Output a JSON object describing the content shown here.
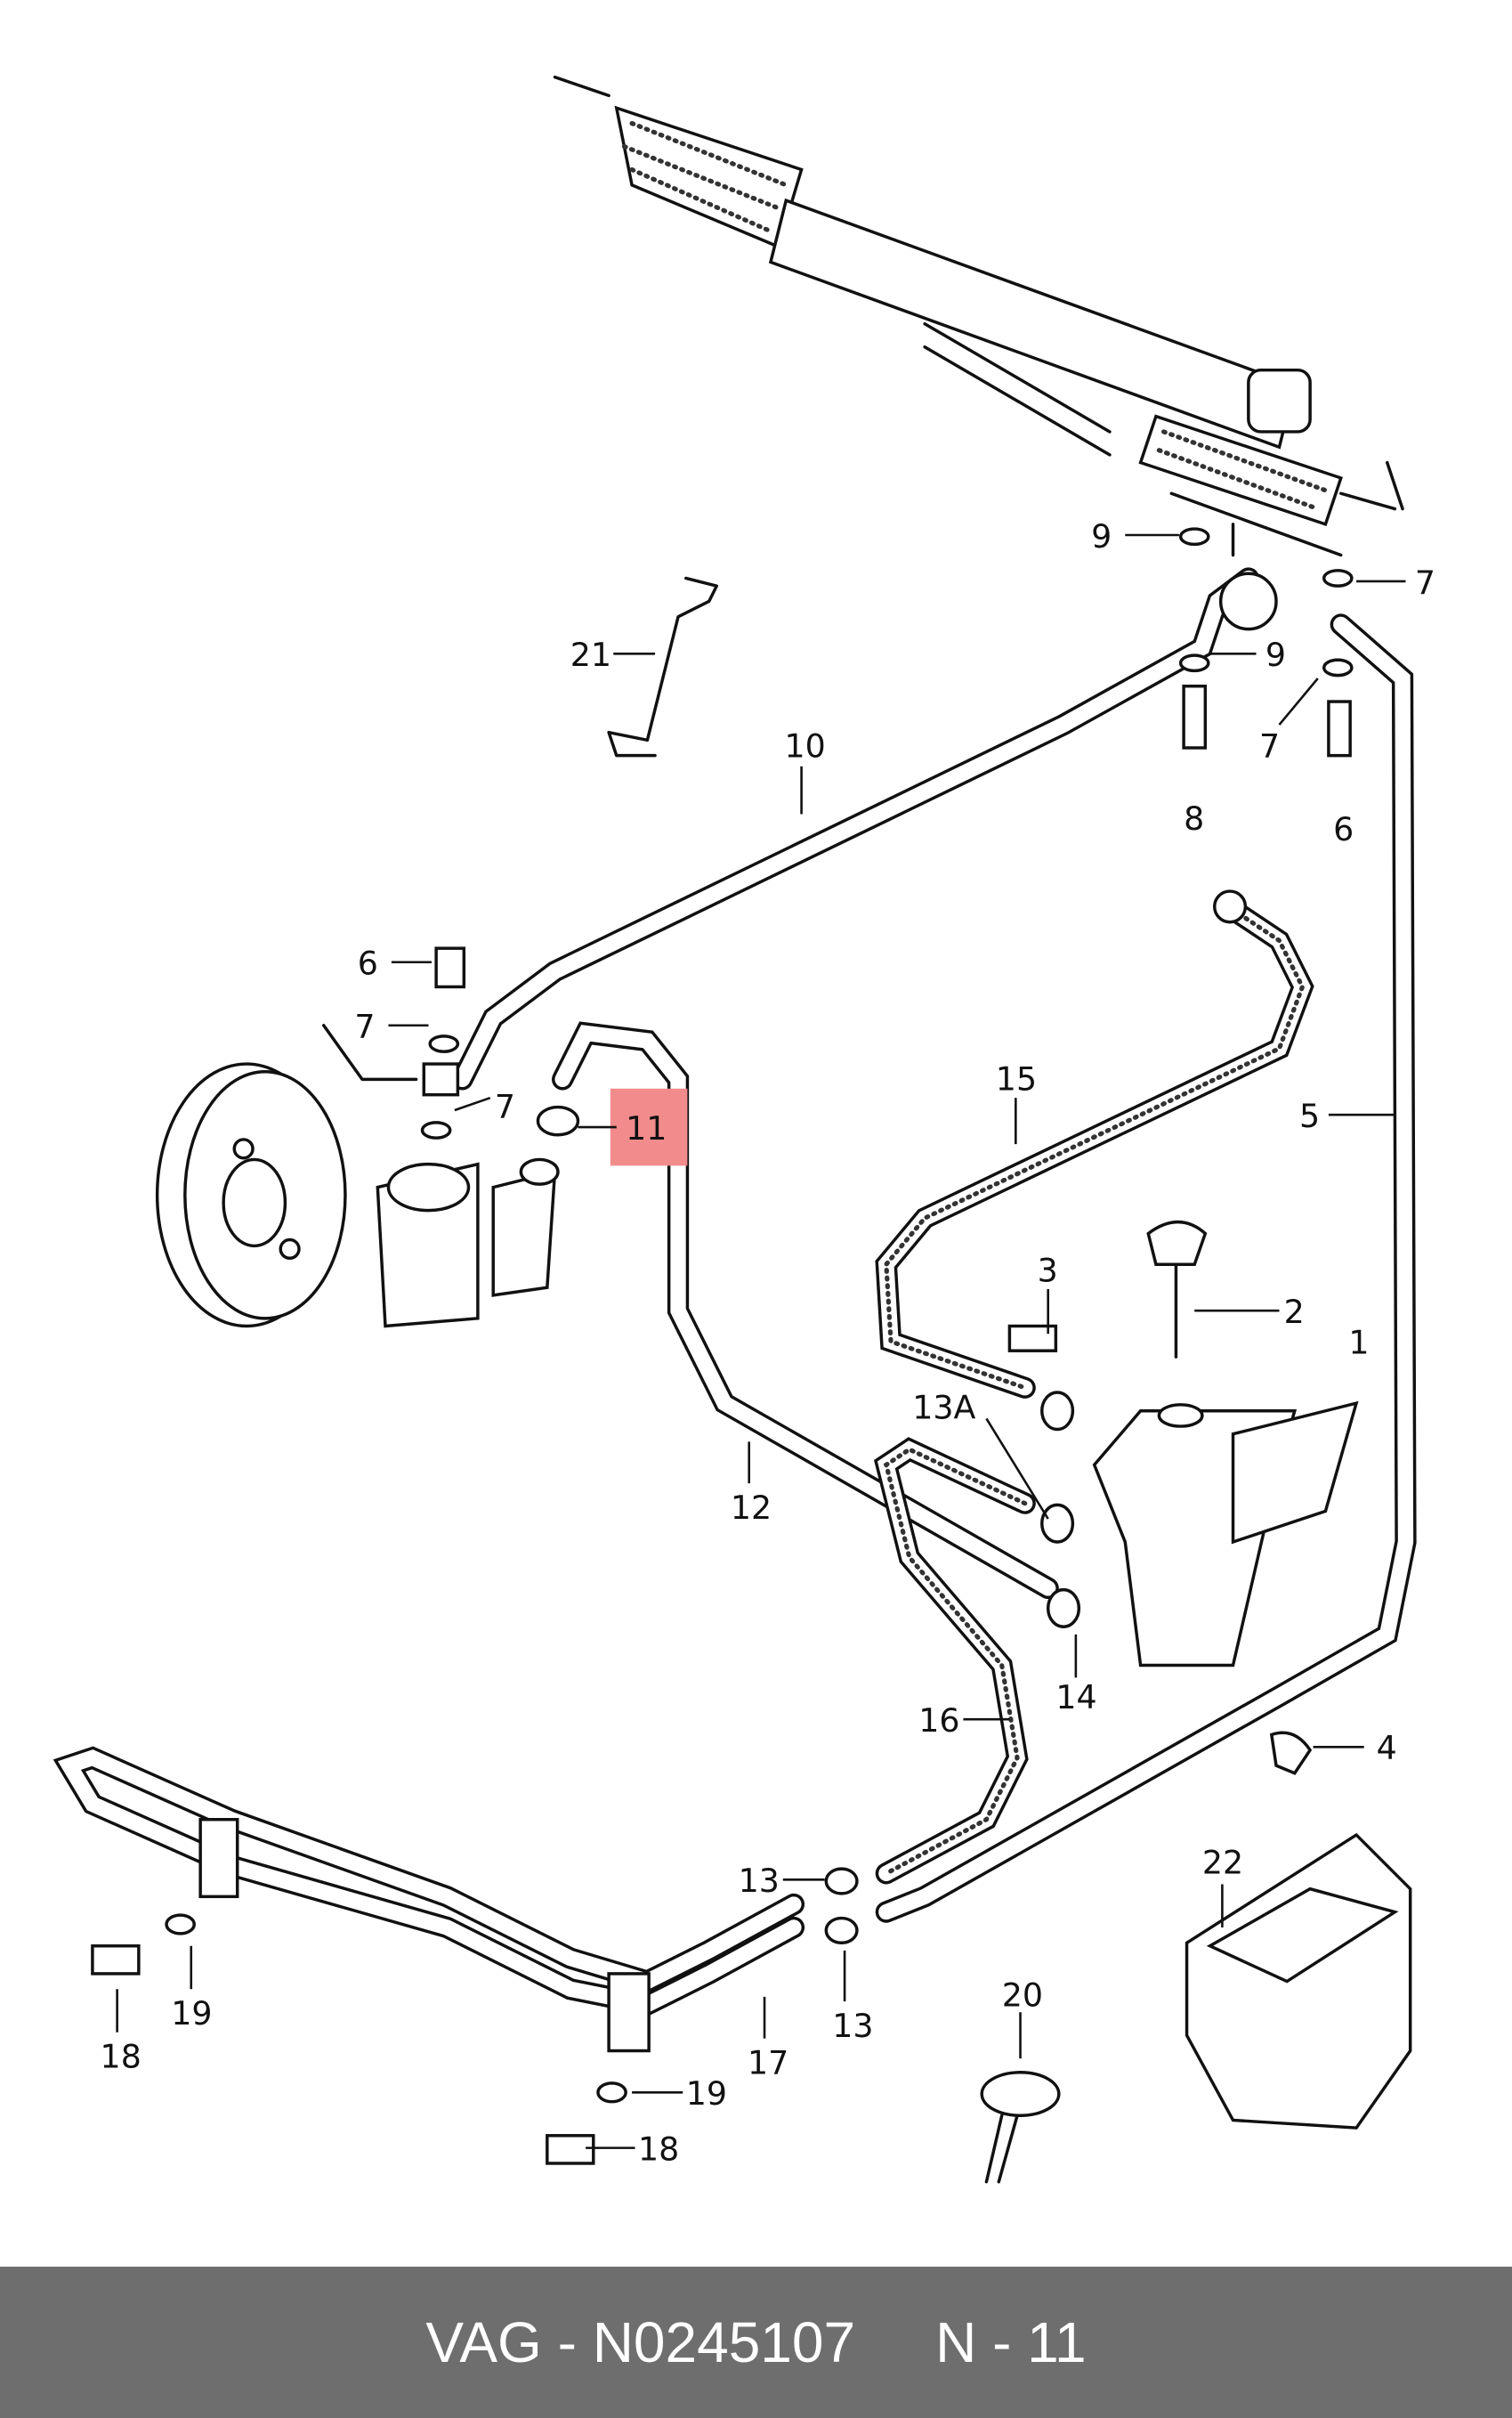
{
  "labels": {
    "l9a": "9",
    "l7a": "7",
    "l21": "21",
    "l9b": "9",
    "l10": "10",
    "l7b": "7",
    "l8": "8",
    "l6a": "6",
    "l6b": "6",
    "l7c": "7",
    "l7d": "7",
    "l11": "11",
    "l15": "15",
    "l5": "5",
    "l3": "3",
    "l2": "2",
    "l1": "1",
    "l13A": "13A",
    "l12": "12",
    "l14": "14",
    "l16": "16",
    "l4": "4",
    "l22": "22",
    "l13a": "13",
    "l13b": "13",
    "l20": "20",
    "l19a": "19",
    "l18a": "18",
    "l17": "17",
    "l19b": "19",
    "l18b": "18"
  },
  "highlight": {
    "label": "11",
    "color": "#f28b8b"
  },
  "footer": {
    "part_number": "VAG - N0245107",
    "position": "N - 11"
  },
  "colors": {
    "footer_bg": "#6e6e6e",
    "footer_text": "#ffffff"
  }
}
